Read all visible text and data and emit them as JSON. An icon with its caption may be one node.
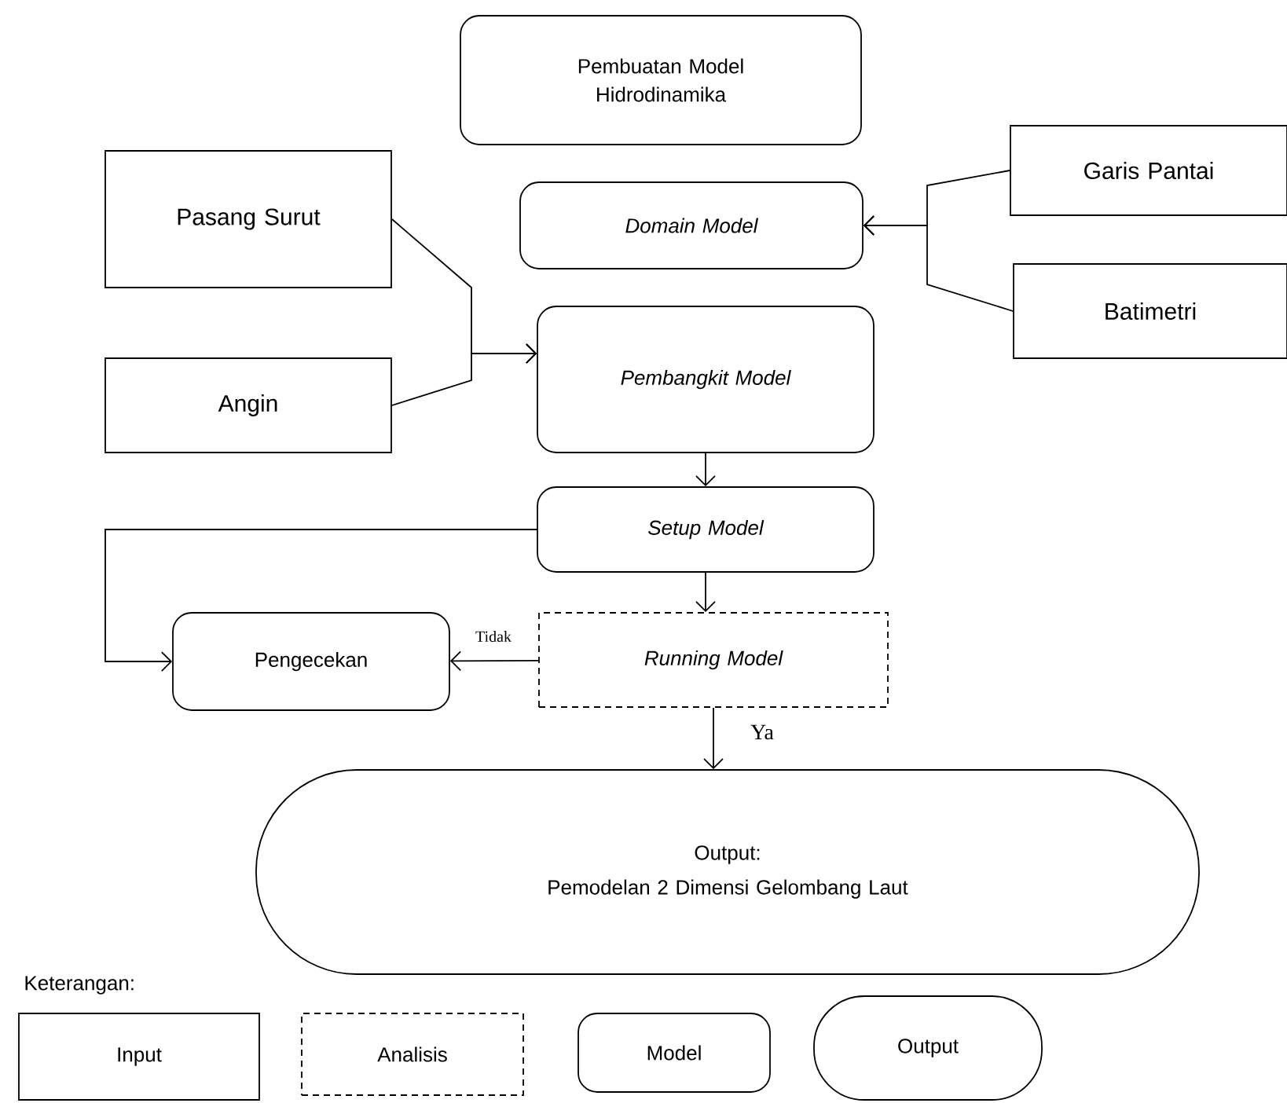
{
  "diagram": {
    "nodes": [
      {
        "text": [
          "Pembuatan Model Hidrodinamika"
        ]
      },
      {
        "text": [
          "Pasang Surut"
        ]
      },
      {
        "text": [
          "Domain Model"
        ]
      },
      {
        "text": [
          "Garis Pantai"
        ]
      },
      {
        "text": [
          "Angin"
        ]
      },
      {
        "text": [
          "Batimetri"
        ]
      },
      {
        "text": [
          "Pembangkit Model"
        ]
      },
      {
        "text": [
          "Setup Model"
        ]
      },
      {
        "text": [
          "Pengecekan"
        ]
      },
      {
        "text": [
          "Running Model"
        ]
      },
      {
        "text": [
          "Output:",
          "Pemodelan 2 Dimensi Gelombang Laut"
        ]
      }
    ],
    "edges": [
      {
        "from": 1,
        "to": 6,
        "arrow": "to"
      },
      {
        "from": 4,
        "to": 6,
        "arrow": "to"
      },
      {
        "from": 3,
        "to": 2,
        "arrow": "to"
      },
      {
        "from": 5,
        "to": 2,
        "arrow": "to"
      },
      {
        "from": 6,
        "to": 7,
        "arrow": "to"
      },
      {
        "from": 7,
        "to": 9,
        "arrow": "to"
      },
      {
        "from": 7,
        "to": 8,
        "arrow": "to"
      },
      {
        "from": 9,
        "to": 8,
        "arrow": "to",
        "label": "Tidak"
      },
      {
        "from": 9,
        "to": 10,
        "arrow": "to",
        "label": "Ya"
      }
    ],
    "labels": [
      "Keterangan:"
    ],
    "legend": [
      {
        "text": "Input"
      },
      {
        "text": "Analisis"
      },
      {
        "text": "Model"
      },
      {
        "text": "Output"
      }
    ]
  }
}
